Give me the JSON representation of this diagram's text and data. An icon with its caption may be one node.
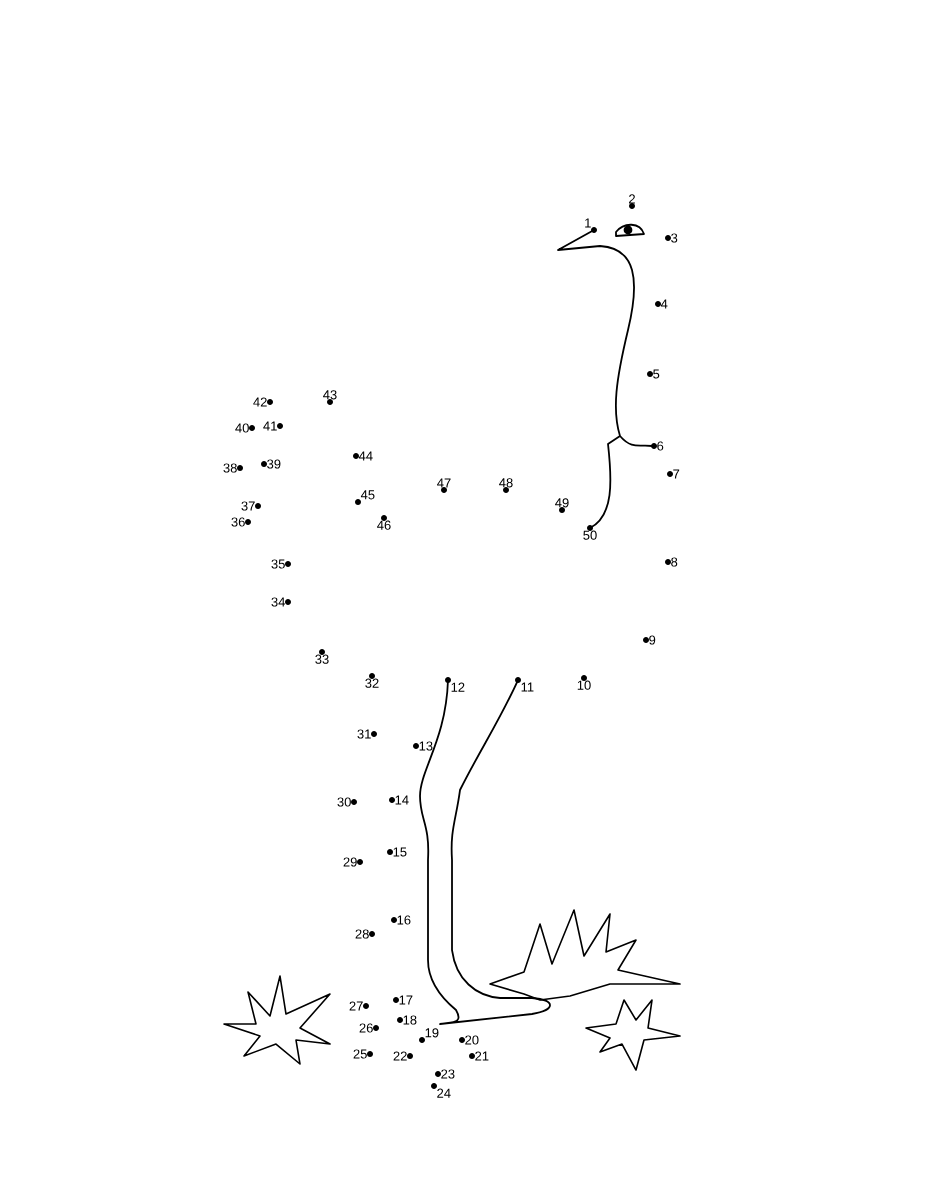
{
  "diagram": {
    "labels": [
      "1",
      "2",
      "3",
      "4",
      "5",
      "6",
      "7",
      "8",
      "9",
      "10",
      "11",
      "12",
      "13",
      "14",
      "15",
      "16",
      "17",
      "18",
      "19",
      "20",
      "21",
      "22",
      "23",
      "24",
      "25",
      "26",
      "27",
      "28",
      "29",
      "30",
      "31",
      "32",
      "33",
      "34",
      "35",
      "36",
      "37",
      "38",
      "39",
      "40",
      "41",
      "42",
      "43",
      "44",
      "45",
      "46",
      "47",
      "48",
      "49",
      "50"
    ]
  }
}
